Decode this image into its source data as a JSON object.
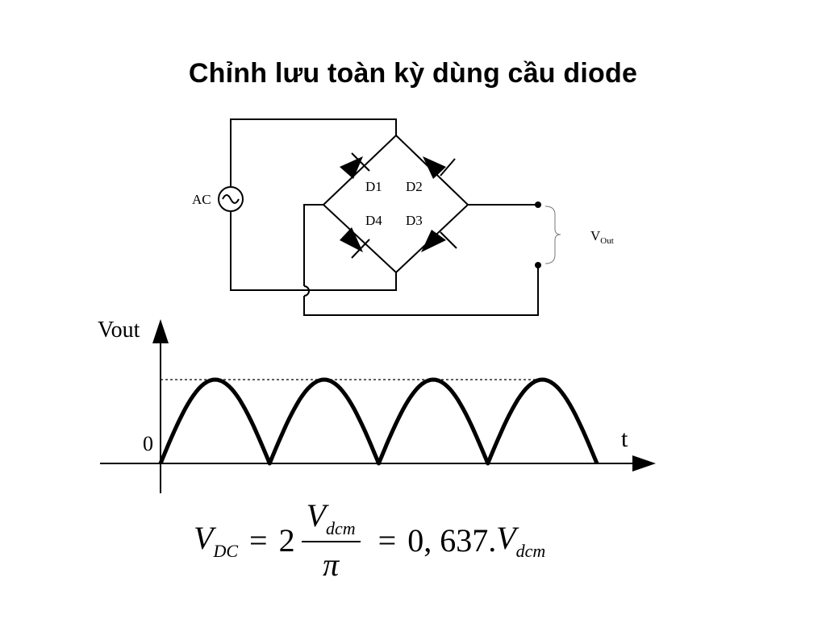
{
  "slide": {
    "title": "Chỉnh lưu toàn kỳ dùng cầu diode"
  },
  "circuit": {
    "source_label": "AC",
    "diodes": [
      "D1",
      "D2",
      "D4",
      "D3"
    ],
    "output_label_main": "V",
    "output_label_sub": "Out"
  },
  "graph": {
    "y_axis_label": "Vout",
    "x_axis_label": "t",
    "origin_label": "0",
    "waveform": "full-wave rectified sine",
    "half_cycles_shown": 4,
    "peak_reference_line": "dotted"
  },
  "formula": {
    "lhs_var": "V",
    "lhs_sub": "DC",
    "eq1": "=",
    "coef": "2",
    "num_var": "V",
    "num_sub": "dcm",
    "den": "π",
    "eq2": "=",
    "value": "0, 637.",
    "rhs_var": "V",
    "rhs_sub": "dcm"
  },
  "colors": {
    "ink": "#000000",
    "background": "#ffffff"
  }
}
